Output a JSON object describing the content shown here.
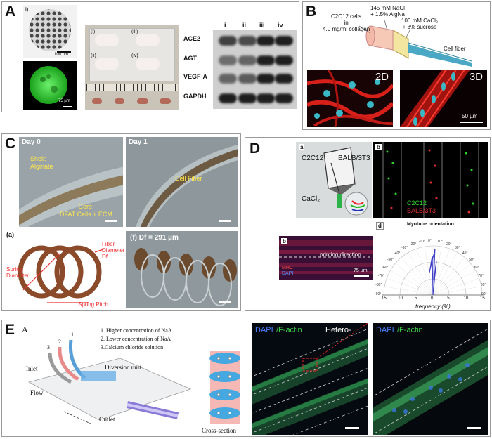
{
  "panels": {
    "A": {
      "label": "A",
      "sub_i": "i)",
      "sem_scale": "100 µm",
      "fluor_scale": "75 µm",
      "mice": [
        "(i)",
        "(ii)",
        "(iii)",
        "(iv)"
      ],
      "blot_cols": [
        "i",
        "ii",
        "iii",
        "iv"
      ],
      "blot_rows": [
        "ACE2",
        "AGT",
        "VEGF-A",
        "GAPDH"
      ]
    },
    "B": {
      "label": "B",
      "cells_text": "C2C12 cells\nin\n4.0 mg/ml collagen",
      "nacl_text": "145 mM NaCl\n+ 1.5% AlgNa",
      "cacl_text": "100 mM CaCl₂\n+ 3% sucrose",
      "fiber_text": "Cell fiber",
      "img_2d": "2D",
      "img_3d": "3D",
      "scale": "50 µm"
    },
    "C": {
      "label": "C",
      "day0": "Day 0",
      "day1": "Day 1",
      "shell": "Shell:\nAlginate",
      "core": "Core:\nDFAT Cells + ECM",
      "cell_fiber": "Cell Fiber",
      "sub_a": "(a)",
      "spring_diameter": "Spring\nDiameter",
      "fiber_diameter": "Fiber\nDiameter\nDf",
      "spring_pitch": "Spring Pitch",
      "sub_f": "(f) Df = 291 µm"
    },
    "D": {
      "label": "D",
      "sub_a": "a",
      "sub_b1": "b",
      "sub_b2": "b",
      "sub_d": "d",
      "c2c12": "C2C12",
      "balb": "BALB/3T3",
      "cacl": "CaCl₂",
      "legend_c2c12": "C2C12",
      "legend_balb": "BALB/3T3",
      "printing": "printing direction",
      "mhc": "MHC",
      "dapi": "DAPI",
      "scale": "75 µm",
      "polar_title": "Myotube orientation",
      "polar_xlabel": "frequency (%)",
      "angle_labels": [
        "-90°",
        "-80°",
        "-70°",
        "-60°",
        "-50°",
        "-40°",
        "-30°",
        "-20°",
        "-10°",
        "0°",
        "10°",
        "20°",
        "30°",
        "40°",
        "50°",
        "60°",
        "70°",
        "80°",
        "90°"
      ],
      "freq_ticks": [
        "15",
        "10",
        "5",
        "0",
        "5",
        "10",
        "15"
      ]
    },
    "E": {
      "label": "E",
      "sub_A": "A",
      "legend_1": "1. Higher concentration of NaA",
      "legend_2": "2. Lower concentration of NaA",
      "legend_3": "3.Calcium chloride solution",
      "n1": "1",
      "n2": "2",
      "n3": "3",
      "inlet": "Inlet",
      "diversion": "Diversion unit",
      "flow": "Flow",
      "outlet": "Outlet",
      "cross_section": "Cross-section",
      "dapi1": "DAPI",
      "factin1": "/F-actin",
      "hetero": "Hetero-",
      "dapi2": "DAPI",
      "factin2": "/F-actin"
    }
  },
  "colors": {
    "fluor_green": "#2fd62f",
    "actin_red": "#e0201c",
    "nuclei_cyan": "#39b8c8",
    "fiber_brown": "#8b4a2a",
    "label_yellow": "#ffe84a"
  }
}
